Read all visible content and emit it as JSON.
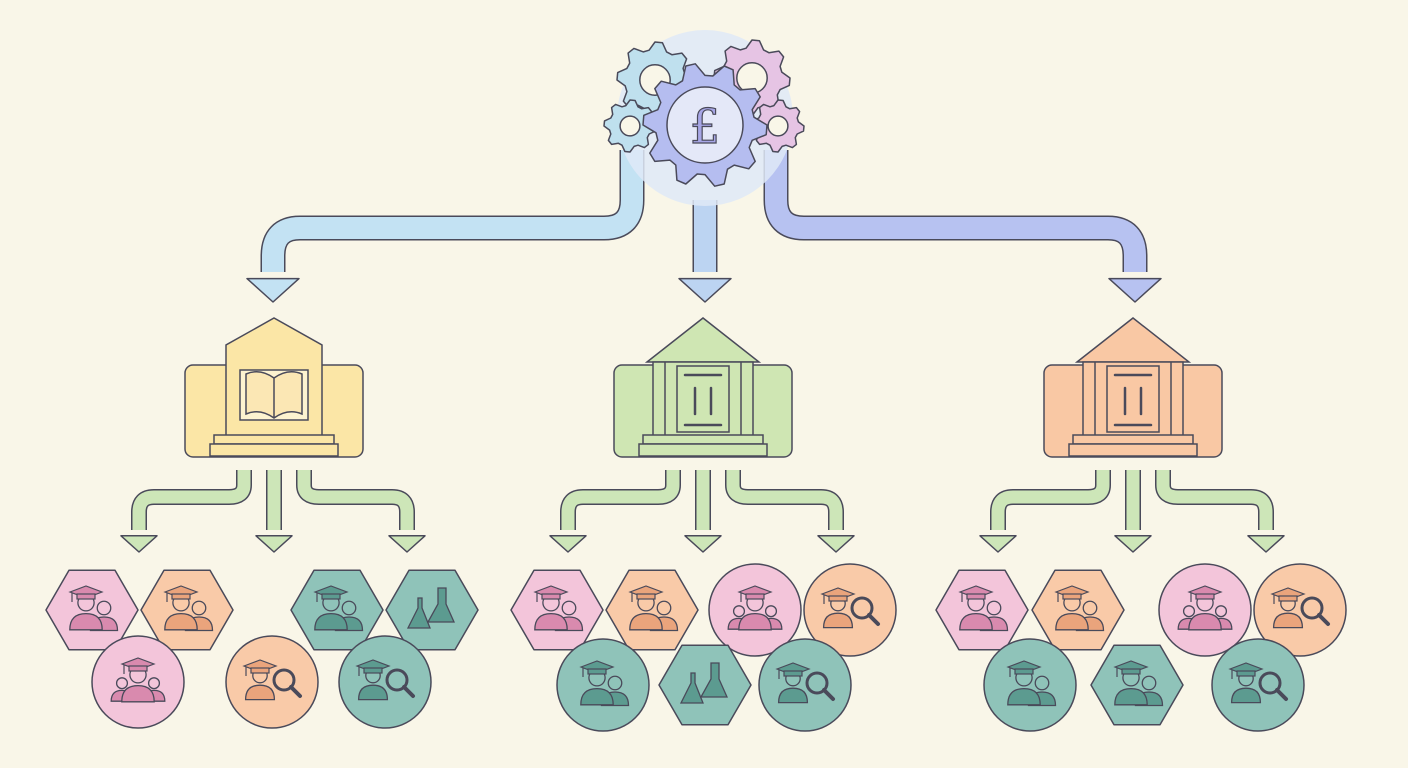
{
  "colors": {
    "background": "#f9f6e8",
    "outline": "#4a4a5a",
    "halo": "#dfe9f7",
    "gear_main": "#b5bdf0",
    "gear_blue": "#bfe0ee",
    "gear_pink": "#e6c4e4",
    "arrow_left": "#c3e2f3",
    "arrow_center": "#bcd4f2",
    "arrow_right": "#b7c2f1",
    "arrow_green": "#cde6b8",
    "pink": {
      "fill": "#f3c5da",
      "icon": "#d98aae"
    },
    "orange": {
      "fill": "#f9caa8",
      "icon": "#eaa47c"
    },
    "teal": {
      "fill": "#8fc3b9",
      "icon": "#5c9b90"
    }
  },
  "root": {
    "icon": "pound-gears-icon",
    "symbol": "£"
  },
  "institutions": [
    {
      "icon": "library-book-icon",
      "fill": "#fbe6a6",
      "roof": "#fbe6a6"
    },
    {
      "icon": "bank-building-icon",
      "fill": "#cfe6b3",
      "roof": "#cfe6b3"
    },
    {
      "icon": "bank-building-icon",
      "fill": "#f9c8a4",
      "roof": "#f9c8a4"
    }
  ],
  "groups": [
    {
      "nodes": [
        {
          "shape": "hex",
          "color": "pink",
          "icon": "graduate-pair-icon"
        },
        {
          "shape": "hex",
          "color": "orange",
          "icon": "graduate-pair-icon"
        },
        {
          "shape": "circle",
          "color": "pink",
          "icon": "graduate-group-icon"
        },
        {
          "shape": "circle",
          "color": "orange",
          "icon": "graduate-search-icon"
        },
        {
          "shape": "hex",
          "color": "teal",
          "icon": "graduate-pair-icon"
        },
        {
          "shape": "hex",
          "color": "teal",
          "icon": "flasks-icon"
        },
        {
          "shape": "circle",
          "color": "teal",
          "icon": "graduate-search-icon"
        }
      ]
    },
    {
      "nodes": [
        {
          "shape": "hex",
          "color": "pink",
          "icon": "graduate-pair-icon"
        },
        {
          "shape": "hex",
          "color": "orange",
          "icon": "graduate-pair-icon"
        },
        {
          "shape": "circle",
          "color": "pink",
          "icon": "graduate-group-icon"
        },
        {
          "shape": "circle",
          "color": "orange",
          "icon": "graduate-search-icon"
        },
        {
          "shape": "circle",
          "color": "teal",
          "icon": "graduate-pair-icon"
        },
        {
          "shape": "hex",
          "color": "teal",
          "icon": "flasks-icon"
        },
        {
          "shape": "circle",
          "color": "teal",
          "icon": "graduate-search-icon"
        }
      ]
    },
    {
      "nodes": [
        {
          "shape": "hex",
          "color": "pink",
          "icon": "graduate-pair-icon"
        },
        {
          "shape": "hex",
          "color": "orange",
          "icon": "graduate-pair-icon"
        },
        {
          "shape": "circle",
          "color": "pink",
          "icon": "graduate-group-icon"
        },
        {
          "shape": "circle",
          "color": "orange",
          "icon": "graduate-search-icon"
        },
        {
          "shape": "circle",
          "color": "teal",
          "icon": "graduate-pair-icon"
        },
        {
          "shape": "hex",
          "color": "teal",
          "icon": "graduate-pair-icon"
        },
        {
          "shape": "circle",
          "color": "teal",
          "icon": "graduate-search-icon"
        }
      ]
    }
  ]
}
